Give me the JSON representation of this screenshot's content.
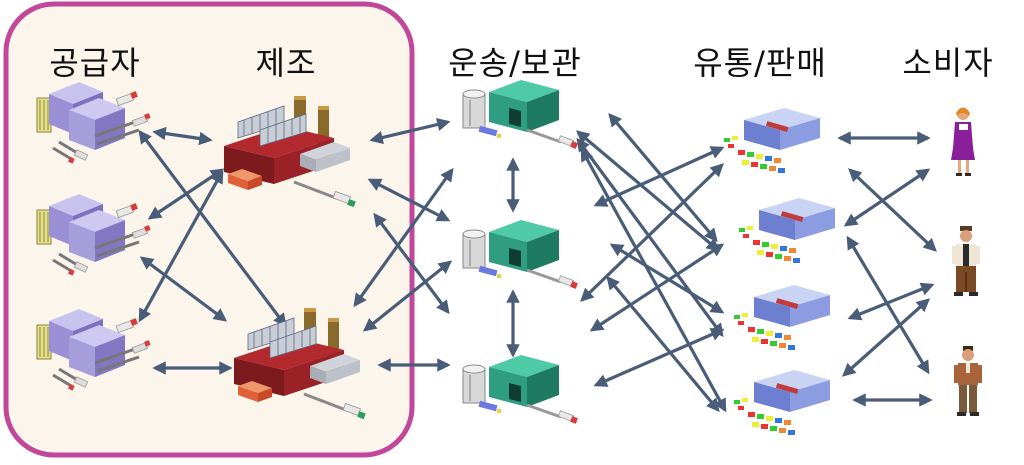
{
  "columns": {
    "supplier": "공급자",
    "manufacturing": "제조",
    "transport": "운송/보관",
    "distribution": "유통/판매",
    "consumer": "소비자"
  },
  "colors": {
    "group_border": "#c2479a",
    "group_fill": "#fbf5ec",
    "arrow": "#4a5d78",
    "supplier_body": "#9a8fd4",
    "factory_roof": "#8e1f22",
    "warehouse": "#2f9d80",
    "store": "#6c7fd0"
  },
  "icons": [
    "supplier-building-icon",
    "factory-icon",
    "warehouse-icon",
    "store-icon",
    "consumer-person-icon"
  ]
}
